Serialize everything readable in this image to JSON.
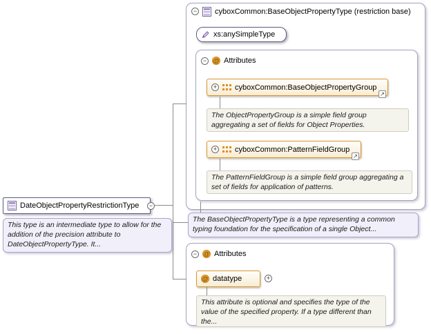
{
  "colors": {
    "container_border": "#a3a3c0",
    "orange_border": "#d6952c",
    "purple_icon": "#9a7fc4",
    "connector": "#8a8a8a"
  },
  "icons": {
    "collapse": "−",
    "expand": "+",
    "at": "@",
    "link_arrow": "↗"
  },
  "left_panel": {
    "type_name": "DateObjectPropertyRestrictionType",
    "description": "This type is an intermediate type to allow for the addition of the precision attribute to DateObjectPropertyType. It..."
  },
  "base_type": {
    "title": "cyboxCommon:BaseObjectPropertyType (restriction base)",
    "simple_type": "xs:anySimpleType",
    "attributes_label": "Attributes",
    "groups": [
      {
        "name": "cyboxCommon:BaseObjectPropertyGroup",
        "description": "The ObjectPropertyGroup is a simple field group aggregating a set of fields for Object Properties."
      },
      {
        "name": "cyboxCommon:PatternFieldGroup",
        "description": "The PatternFieldGroup is a simple field group aggregating a set of fields for application of patterns."
      }
    ],
    "description": "The BaseObjectPropertyType is a type representing a common typing foundation for the specification of a single Object..."
  },
  "local_attributes": {
    "label": "Attributes",
    "attribute_name": "datatype",
    "description": "This attribute is optional and specifies the type of the value of the specified property. If a type different than the..."
  }
}
